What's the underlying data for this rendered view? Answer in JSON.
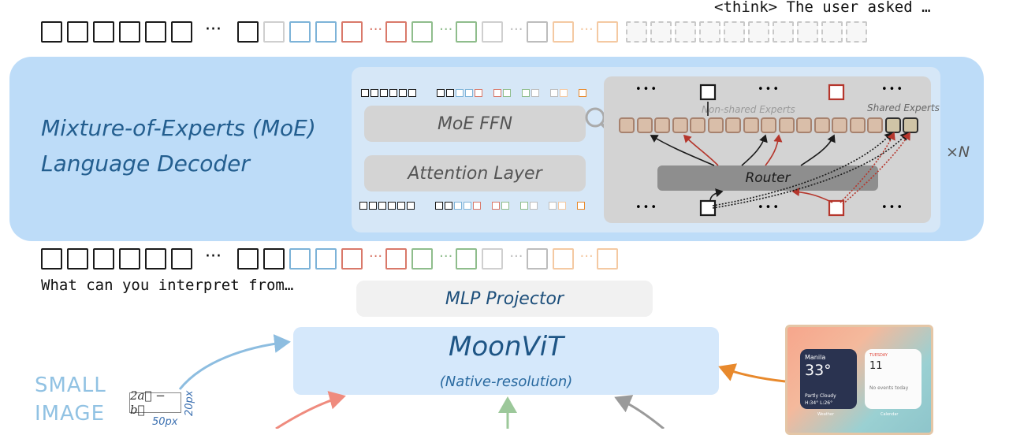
{
  "output_text": "<think> The user asked …",
  "input_text": "What can you interpret from…",
  "ellipsis": "···",
  "decoder": {
    "title_line1": "Mixture-of-Experts (MoE)",
    "title_line2": "Language Decoder",
    "repeat_label": "×N",
    "moe_ffn": "MoE FFN",
    "attention_layer": "Attention Layer",
    "non_shared_experts": "Non-shared Experts",
    "shared_experts": "Shared Experts",
    "router": "Router",
    "dots": "•••"
  },
  "mlp_projector": "MLP Projector",
  "moonvit": {
    "title": "MoonViT",
    "subtitle": "(Native-resolution)"
  },
  "small_image": {
    "label_line1": "SMALL",
    "label_line2": "IMAGE",
    "formula": "2a⃗ − b⃗",
    "height_label": "20px",
    "width_label": "50px"
  },
  "phone": {
    "city": "Manila",
    "temp": "33°",
    "weather": "Partly Cloudy",
    "hilo": "H:34° L:26°",
    "weather_caption": "Weather",
    "day_label": "TUESDAY",
    "day_number": "11",
    "events": "No events today",
    "calendar_caption": "Calendar"
  },
  "colors": {
    "decoder_bg": "#bddcf8",
    "blue_token": "#7db3d8",
    "red_token": "#d9796a",
    "green_token": "#8fbd8c",
    "grey_token": "#bdbdbd",
    "peach_token": "#f4c9a2",
    "arrow_blue": "#8dbde0",
    "arrow_red": "#ef8b7e",
    "arrow_orange": "#e8892c",
    "arrow_green": "#9cc89a",
    "arrow_grey": "#9a9a9a"
  }
}
